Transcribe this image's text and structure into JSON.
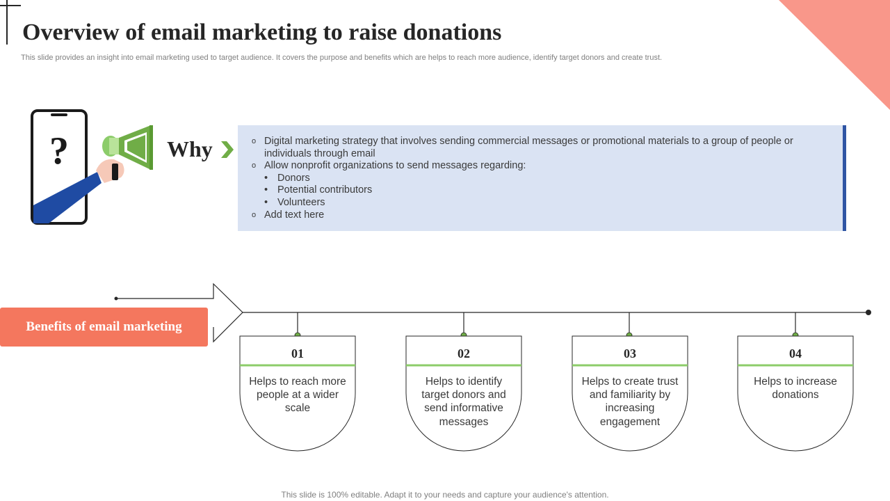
{
  "title": "Overview of email marketing to raise donations",
  "subtitle": "This slide provides an insight into email marketing used to target audience. It covers the purpose and benefits which are helps to reach more audience, identify target donors and create trust.",
  "colors": {
    "accent": "#f4775e",
    "green": "#70ad47",
    "blue_panel": "#dae3f3",
    "blue_bar": "#2f55a4",
    "corner": "#f9978a"
  },
  "icons": {
    "phone": "phone-question-icon",
    "megaphone": "megaphone-icon",
    "chevron": "green-chevron-icon"
  },
  "why": {
    "label": "Why",
    "items": [
      {
        "text": "Digital marketing strategy that involves sending commercial messages or promotional materials to a group of people or individuals through email"
      },
      {
        "text": "Allow nonprofit organizations to send messages regarding:",
        "sub": [
          "Donors",
          "Potential contributors",
          "Volunteers"
        ]
      },
      {
        "text": "Add text here"
      }
    ]
  },
  "benefits": {
    "label": "Benefits of email marketing",
    "cards": [
      {
        "number": "01",
        "text": "Helps to reach more people at a wider scale"
      },
      {
        "number": "02",
        "text": "Helps to identify target donors and send informative messages"
      },
      {
        "number": "03",
        "text": "Helps to create trust and familiarity by increasing engagement"
      },
      {
        "number": "04",
        "text": "Helps to increase donations"
      }
    ]
  },
  "footer": "This slide is 100% editable. Adapt it to your needs and capture your audience's attention."
}
